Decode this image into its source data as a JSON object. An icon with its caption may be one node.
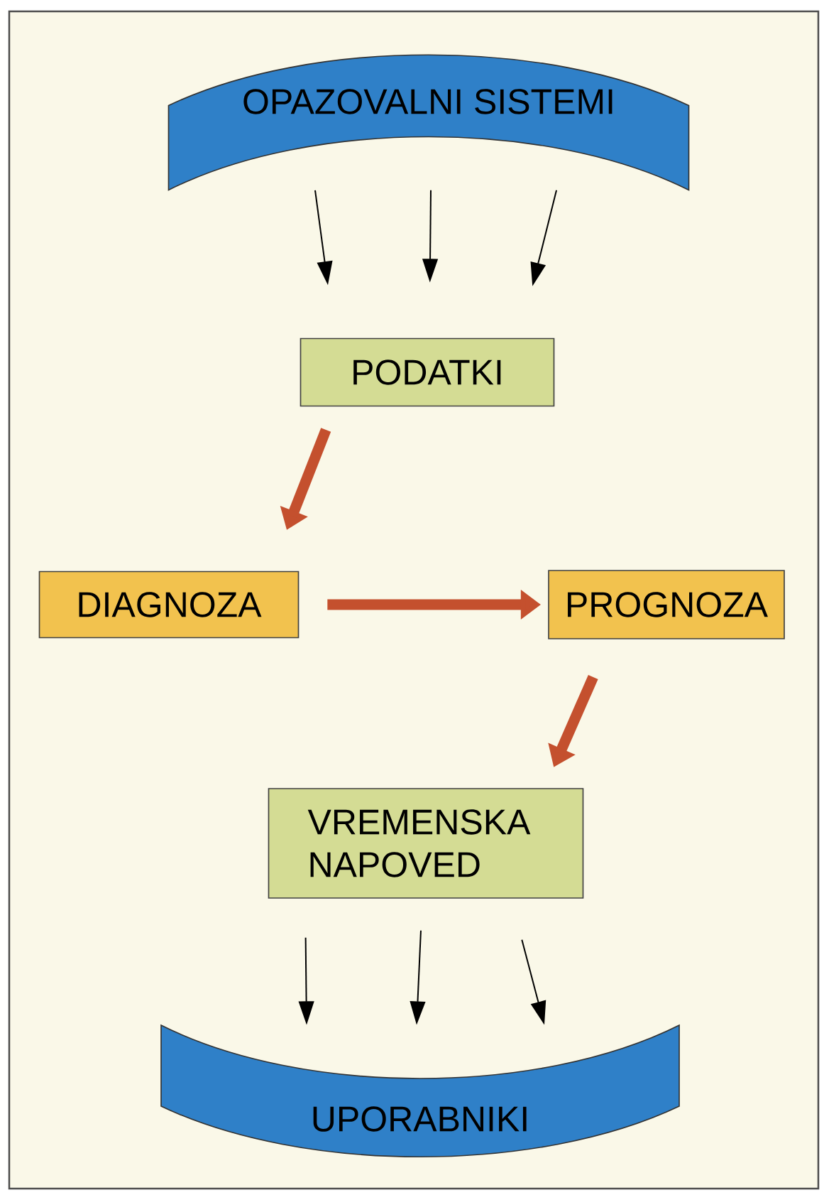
{
  "diagram": {
    "nodes": [
      {
        "text": [
          "OPAZOVALNI SISTEMI"
        ]
      },
      {
        "text": [
          "PODATKI"
        ]
      },
      {
        "text": [
          "DIAGNOZA"
        ]
      },
      {
        "text": [
          "PROGNOZA"
        ]
      },
      {
        "text": [
          "VREMENSKA NAPOVED"
        ]
      },
      {
        "text": [
          "UPORABNIKI"
        ]
      }
    ],
    "edges": [
      {
        "from": 0,
        "to": 1,
        "arrow": "to"
      },
      {
        "from": 0,
        "to": 1,
        "arrow": "to"
      },
      {
        "from": 0,
        "to": 1,
        "arrow": "to"
      },
      {
        "from": 1,
        "to": 2,
        "arrow": "to",
        "style": "thick",
        "color": "#c4502e"
      },
      {
        "from": 2,
        "to": 3,
        "arrow": "to",
        "style": "thick",
        "color": "#c4502e"
      },
      {
        "from": 3,
        "to": 4,
        "arrow": "to",
        "style": "thick",
        "color": "#c4502e"
      },
      {
        "from": 4,
        "to": 5,
        "arrow": "to"
      },
      {
        "from": 4,
        "to": 5,
        "arrow": "to"
      },
      {
        "from": 4,
        "to": 5,
        "arrow": "to"
      }
    ]
  }
}
